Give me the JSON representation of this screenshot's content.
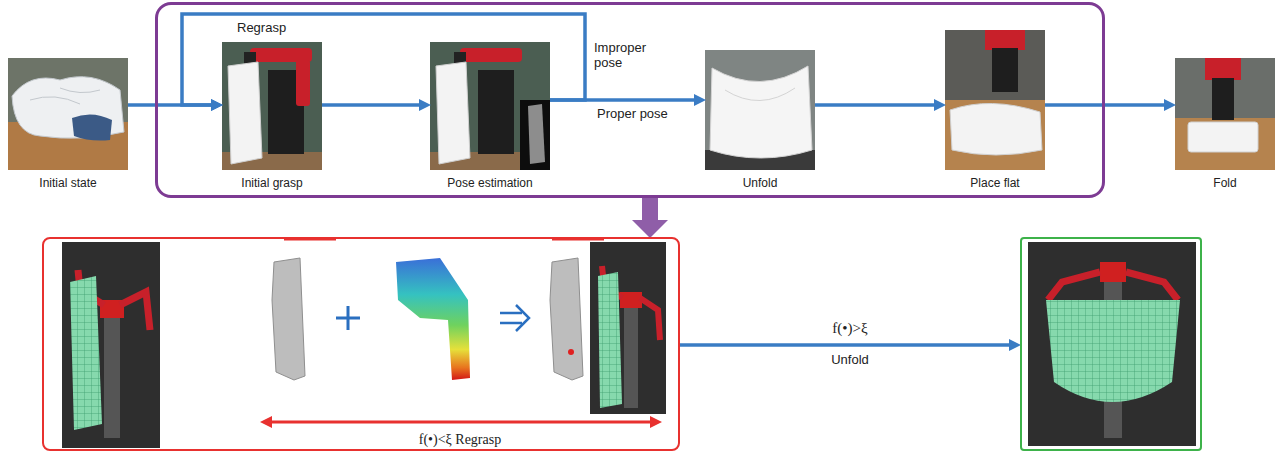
{
  "diagram": {
    "nodes": [
      {
        "text": [
          "Initial state"
        ]
      },
      {
        "text": []
      },
      {
        "text": [
          "Initial grasp"
        ],
        "in": 1
      },
      {
        "text": [
          "Pose estimation"
        ],
        "in": 1
      },
      {
        "text": [
          "Unfold"
        ],
        "in": 1
      },
      {
        "text": [
          "Place flat"
        ],
        "in": 1
      },
      {
        "text": [
          "Fold"
        ]
      },
      {
        "text": [
          "f(•)<ξ Regrasp"
        ]
      },
      {
        "text": []
      }
    ],
    "edges": [
      {
        "from": 0,
        "to": 2,
        "arrow": "to"
      },
      {
        "from": 2,
        "to": 3,
        "arrow": "to"
      },
      {
        "from": 3,
        "to": 2,
        "arrow": "to",
        "label": "Regrasp"
      },
      {
        "from": 3,
        "to": 4,
        "arrow": "to",
        "label": "Proper pose"
      },
      {
        "from": 4,
        "to": 5,
        "arrow": "to"
      },
      {
        "from": 5,
        "to": 6,
        "arrow": "to"
      },
      {
        "from": 1,
        "to": 7,
        "arrow": "to"
      },
      {
        "from": 7,
        "to": 8,
        "arrow": "to",
        "label": "f(•)>ξ"
      }
    ],
    "labels": [
      "Improper pose",
      "Unfold"
    ]
  }
}
